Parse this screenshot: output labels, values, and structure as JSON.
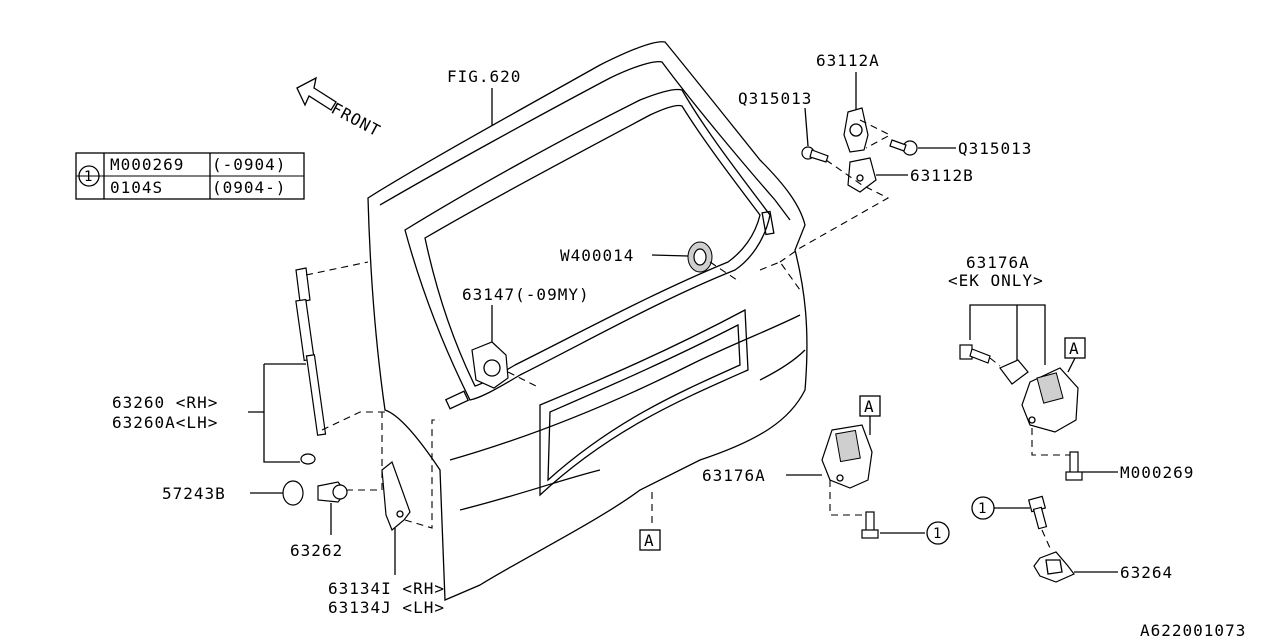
{
  "front_label": "FRONT",
  "legend": {
    "symbol": "1",
    "rows": [
      {
        "part": "M000269",
        "range": "(-0904)"
      },
      {
        "part": "0104S",
        "range": "(0904-)"
      }
    ]
  },
  "labels": {
    "fig620": "FIG.620",
    "p63112a": "63112A",
    "q315013_left": "Q315013",
    "q315013_right": "Q315013",
    "p63112b": "63112B",
    "w400014": "W400014",
    "p63147": "63147(-09MY)",
    "p63176a_top": "63176A",
    "ek_only": "<EK ONLY>",
    "p63260": "63260 <RH>",
    "p63260a": "63260A<LH>",
    "p57243b": "57243B",
    "p63262": "63262",
    "p63134i": "63134I  <RH>",
    "p63134j": "63134J  <LH>",
    "p63176a_mid": "63176A",
    "m000269": "M000269",
    "p63264": "63264",
    "ref_a_main": "A",
    "ref_a_mid": "A",
    "ref_a_right": "A",
    "circle_1_mid": "1",
    "circle_1_right": "1",
    "diagram_id": "A622001073"
  }
}
